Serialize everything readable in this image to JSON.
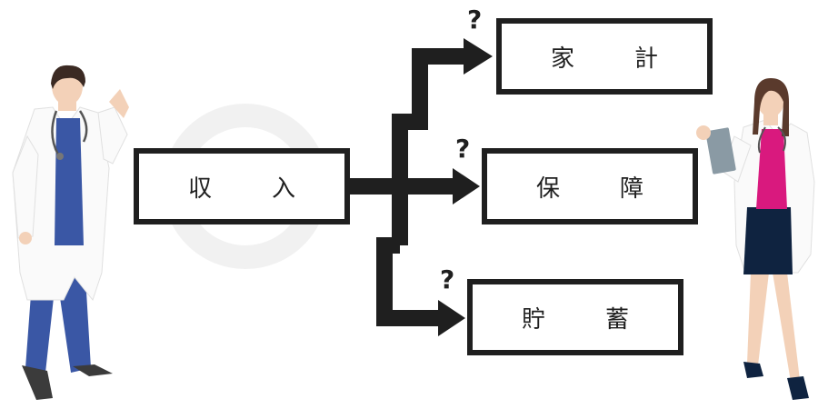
{
  "source_box": {
    "label": "収　入"
  },
  "targets": [
    {
      "label": "家　計",
      "mark": "?"
    },
    {
      "label": "保　障",
      "mark": "?"
    },
    {
      "label": "貯　蓄",
      "mark": "?"
    }
  ],
  "icons": {
    "background": "ring-icon",
    "left_figure": "male-doctor-icon",
    "right_figure": "female-doctor-with-clipboard-icon"
  },
  "colors": {
    "line": "#1f1f1f",
    "ring": "#f1f1f1",
    "doctor_scrubs": "#3a57a5",
    "nurse_top": "#d9197e",
    "nurse_skirt": "#0f2340"
  }
}
